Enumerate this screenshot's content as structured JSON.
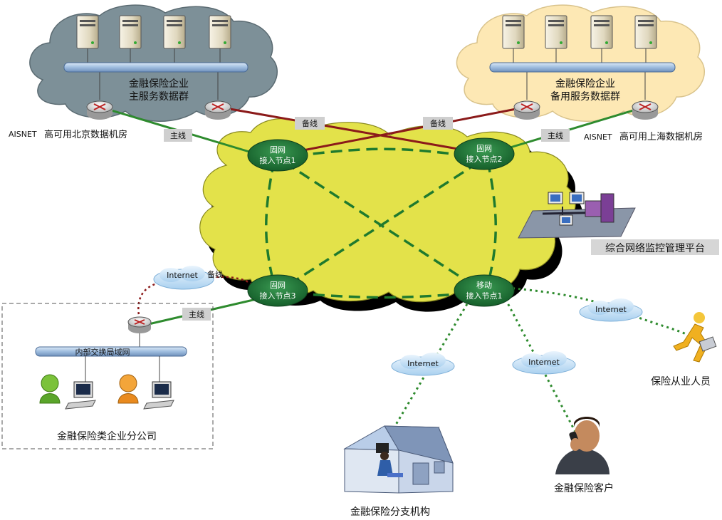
{
  "colors": {
    "core_cloud": "#e3e24a",
    "primary_cloud": "#7d9098",
    "backup_cloud": "#fde8b4",
    "node_fill": "#1f7a3a",
    "green_line": "#2e8b2e",
    "red_line": "#8b1a1a",
    "bus": "#a9c4e4"
  },
  "primary_dc": {
    "cloud_title_line1": "金融保险企业",
    "cloud_title_line2": "主服务数据群",
    "aisnet": "AISNET",
    "location": "高可用北京数据机房",
    "link_main": "主线"
  },
  "backup_dc": {
    "cloud_title_line1": "金融保险企业",
    "cloud_title_line2": "备用服务数据群",
    "aisnet": "AISNET",
    "location": "高可用上海数据机房",
    "link_main": "主线"
  },
  "cross_links": {
    "left_backup": "备线",
    "right_backup": "备线"
  },
  "nodes": {
    "n1": {
      "line1": "固网",
      "line2": "接入节点1"
    },
    "n2": {
      "line1": "固网",
      "line2": "接入节点2"
    },
    "n3": {
      "line1": "固网",
      "line2": "接入节点3"
    },
    "n4": {
      "line1": "移动",
      "line2": "接入节点1"
    }
  },
  "monitor": {
    "label": "综合网络监控管理平台"
  },
  "branch": {
    "lan_label": "内部交换局域网",
    "title": "金融保险类企业分公司",
    "internet": "Internet",
    "backup": "备线",
    "main": "主线"
  },
  "endpoints": {
    "agent": {
      "label": "保险从业人员",
      "internet": "Internet"
    },
    "customer": {
      "label": "金融保险客户",
      "internet": "Internet"
    },
    "sub_branch": {
      "label": "金融保险分支机构",
      "internet": "Internet"
    }
  }
}
